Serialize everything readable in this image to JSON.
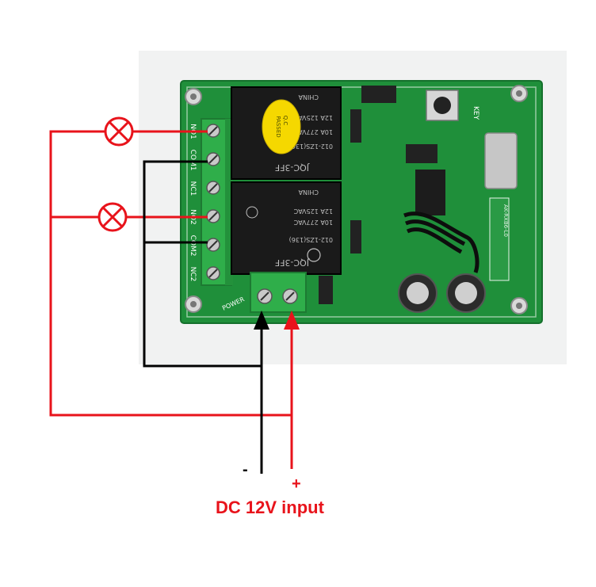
{
  "caption": "DC 12V input",
  "power_negative_sign": "-",
  "power_positive_sign": "+",
  "board": {
    "power_label": "POWER",
    "key_label": "KEY",
    "terminal_labels": [
      "NO1",
      "COM1",
      "NC1",
      "NO2",
      "COM2",
      "NC2"
    ],
    "relay_top": {
      "brand": "CHINA",
      "rating1": "12A 125VAC",
      "rating2": "10A 277VAC",
      "model": "012-1ZS(136)",
      "part": "JQC-3FF"
    },
    "relay_bottom": {
      "brand": "CHINA",
      "rating1": "12A 125VAC",
      "rating2": "10A 277VAC",
      "model": "012-1ZS(136)",
      "part": "JQC-3FF"
    },
    "qc_sticker": [
      "Q.C",
      "PASSED"
    ],
    "module_label": "AK-RXB6-L0"
  },
  "colors": {
    "wire_red": "#e8131b",
    "wire_black": "#000000",
    "pcb_green": "#1f8f3a",
    "terminal_green": "#2fae4a"
  }
}
